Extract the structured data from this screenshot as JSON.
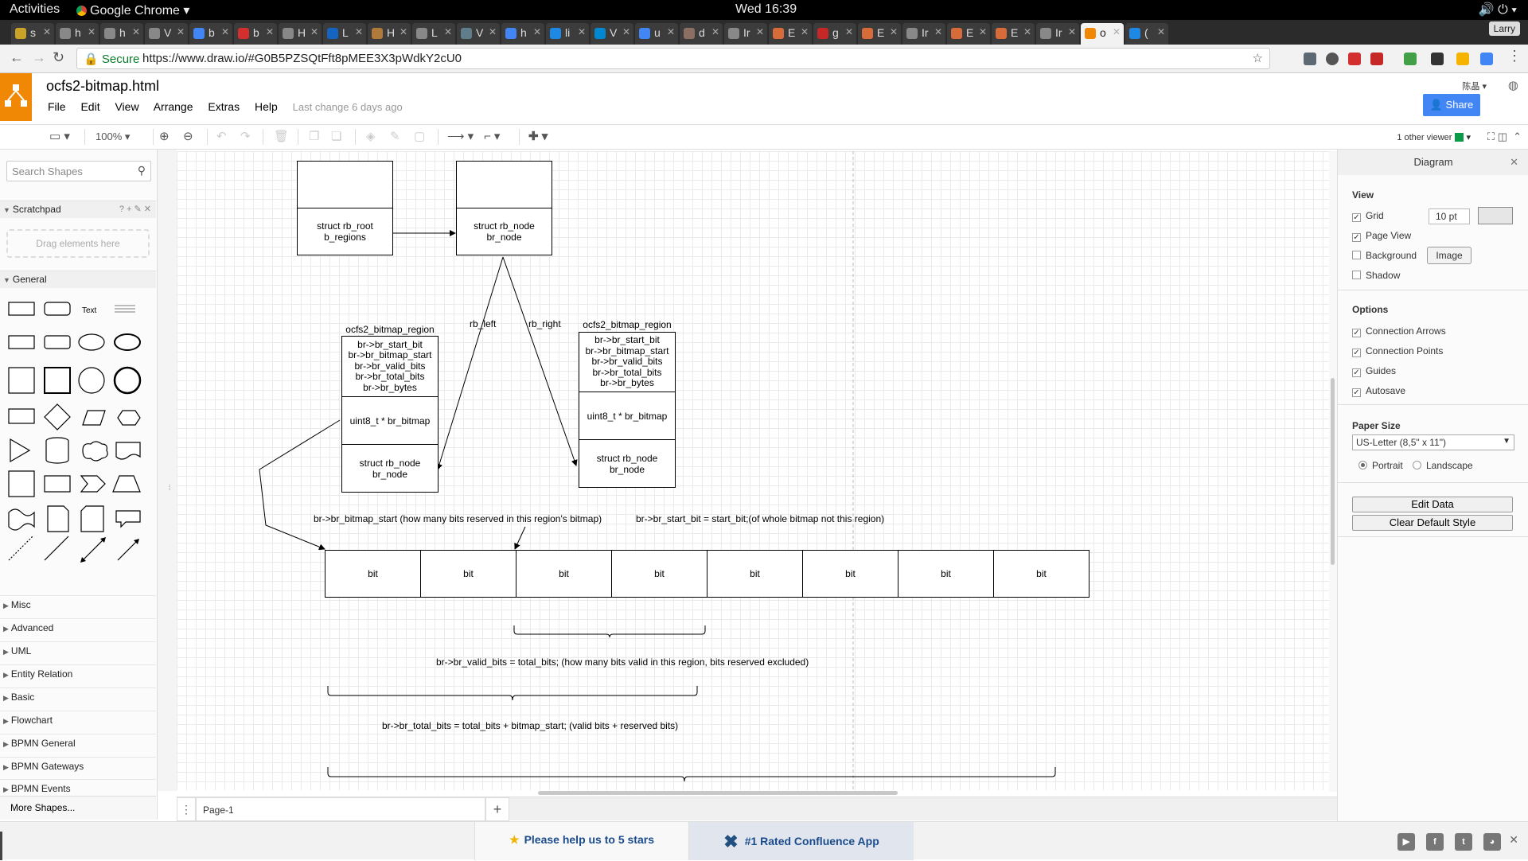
{
  "gnome": {
    "activities": "Activities",
    "app_name": "Google Chrome ▾",
    "clock": "Wed 16:39",
    "tray": "🔊  ⏻ ▾"
  },
  "browser": {
    "tabs": [
      {
        "label": "s",
        "color": "#c9a227"
      },
      {
        "label": "h",
        "color": "#888888"
      },
      {
        "label": "h",
        "color": "#888888"
      },
      {
        "label": "V",
        "color": "#888888"
      },
      {
        "label": "b",
        "color": "#4285f4"
      },
      {
        "label": "b",
        "color": "#d32f2f"
      },
      {
        "label": "H",
        "color": "#888888"
      },
      {
        "label": "L",
        "color": "#1565c0"
      },
      {
        "label": "H",
        "color": "#b07b3a"
      },
      {
        "label": "L",
        "color": "#888888"
      },
      {
        "label": "V",
        "color": "#607d8b"
      },
      {
        "label": "h",
        "color": "#4285f4"
      },
      {
        "label": "li",
        "color": "#1e88e5"
      },
      {
        "label": "V",
        "color": "#0288d1"
      },
      {
        "label": "u",
        "color": "#4285f4"
      },
      {
        "label": "d",
        "color": "#8d6e63"
      },
      {
        "label": "Ir",
        "color": "#888888"
      },
      {
        "label": "E",
        "color": "#d86b3a"
      },
      {
        "label": "g",
        "color": "#c62828"
      },
      {
        "label": "E",
        "color": "#d86b3a"
      },
      {
        "label": "Ir",
        "color": "#888888"
      },
      {
        "label": "E",
        "color": "#d86b3a"
      },
      {
        "label": "E",
        "color": "#d86b3a"
      },
      {
        "label": "Ir",
        "color": "#888888"
      },
      {
        "label": "o",
        "color": "#f08705"
      },
      {
        "label": "(",
        "color": "#1e88e5"
      }
    ],
    "active_tab_index": 24,
    "user": "Larry",
    "secure_label": "🔒 Secure",
    "url": "https://www.draw.io/#G0B5PZSQtFft8pMEE3X3pWdkY2cU0"
  },
  "app": {
    "doc_title": "ocfs2-bitmap.html",
    "menu": [
      "File",
      "Edit",
      "View",
      "Arrange",
      "Extras",
      "Help"
    ],
    "last_change": "Last change 6 days ago",
    "share_label": "Share",
    "user_name": "陈晶 ▾",
    "zoom": "100%",
    "viewer_text": "1 other viewer",
    "viewer_color": "#0a9a48"
  },
  "sidebar": {
    "search_placeholder": "Search Shapes",
    "scratchpad_title": "Scratchpad",
    "scratchpad_controls": "?  +  ✎  ✕",
    "drag_here": "Drag elements here",
    "general_title": "General",
    "text_shape_label": "Text",
    "sections": [
      "Misc",
      "Advanced",
      "UML",
      "Entity Relation",
      "Basic",
      "Flowchart",
      "BPMN General",
      "BPMN Gateways",
      "BPMN Events"
    ],
    "more_shapes": "More Shapes..."
  },
  "diagram": {
    "root_label": "struct rb_root\nb_regions",
    "node_label": "struct rb_node\nbr_node",
    "rb_left": "rb_left",
    "rb_right": "rb_right",
    "region_title": "ocfs2_bitmap_region",
    "region_fields": "br->br_start_bit\nbr->br_bitmap_start\nbr->br_valid_bits\nbr->br_total_bits\nbr->br_bytes",
    "region_bitmap": "uint8_t * br_bitmap",
    "region_node": "struct rb_node\nbr_node",
    "bits": [
      "bit",
      "bit",
      "bit",
      "bit",
      "bit",
      "bit",
      "bit",
      "bit"
    ],
    "note_bitmap_start": "br->br_bitmap_start  (how many bits reserved in this region's bitmap)",
    "note_start_bit": "br->br_start_bit = start_bit;(of whole bitmap not this region)",
    "note_valid_bits": "br->br_valid_bits = total_bits; (how many bits valid in this region, bits reserved excluded)",
    "note_total_bits": "br->br_total_bits = total_bits + bitmap_start; (valid bits + reserved bits)"
  },
  "pages": {
    "current": "Page-1"
  },
  "panel": {
    "title": "Diagram",
    "view_heading": "View",
    "grid": "Grid",
    "grid_size": "10 pt",
    "page_view": "Page View",
    "background": "Background",
    "image_button": "Image",
    "shadow": "Shadow",
    "options_heading": "Options",
    "connection_arrows": "Connection Arrows",
    "connection_points": "Connection Points",
    "guides": "Guides",
    "autosave": "Autosave",
    "paper_size_heading": "Paper Size",
    "paper_size": "US-Letter (8,5\" x 11\")",
    "portrait": "Portrait",
    "landscape": "Landscape",
    "edit_data": "Edit Data",
    "clear_default_style": "Clear Default Style"
  },
  "footer": {
    "stars_text": "Please help us to 5 stars",
    "confluence_text": "#1 Rated Confluence App"
  }
}
